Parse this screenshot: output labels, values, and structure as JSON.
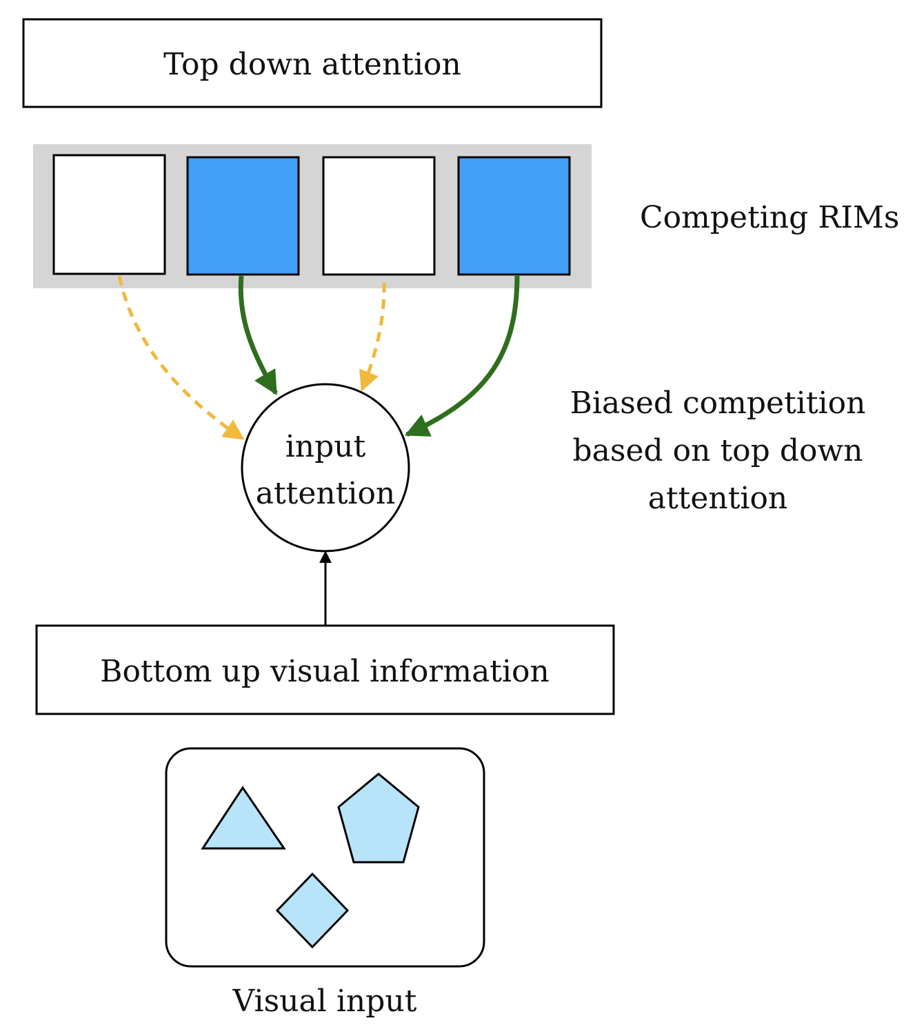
{
  "top_box": {
    "label": "Top down attention"
  },
  "rims": {
    "label": "Competing RIMs",
    "modules": [
      {
        "active": false
      },
      {
        "active": true
      },
      {
        "active": false
      },
      {
        "active": true
      }
    ]
  },
  "input_node": {
    "line1": "input",
    "line2": "attention"
  },
  "bias_note": {
    "line1": "Biased competition",
    "line2": "based on top down",
    "line3": "attention"
  },
  "bottom_box": {
    "label": "Bottom up visual information"
  },
  "visual_input": {
    "label": "Visual input",
    "shapes": [
      "triangle",
      "pentagon",
      "diamond"
    ]
  },
  "colors": {
    "active_module": "#42a0f8",
    "inactive_module": "#ffffff",
    "module_strip": "#d5d5d5",
    "strong_arrow": "#2e6e1e",
    "weak_arrow": "#f0b93c",
    "shape_fill": "#b8e4fa",
    "outline": "#000000"
  }
}
